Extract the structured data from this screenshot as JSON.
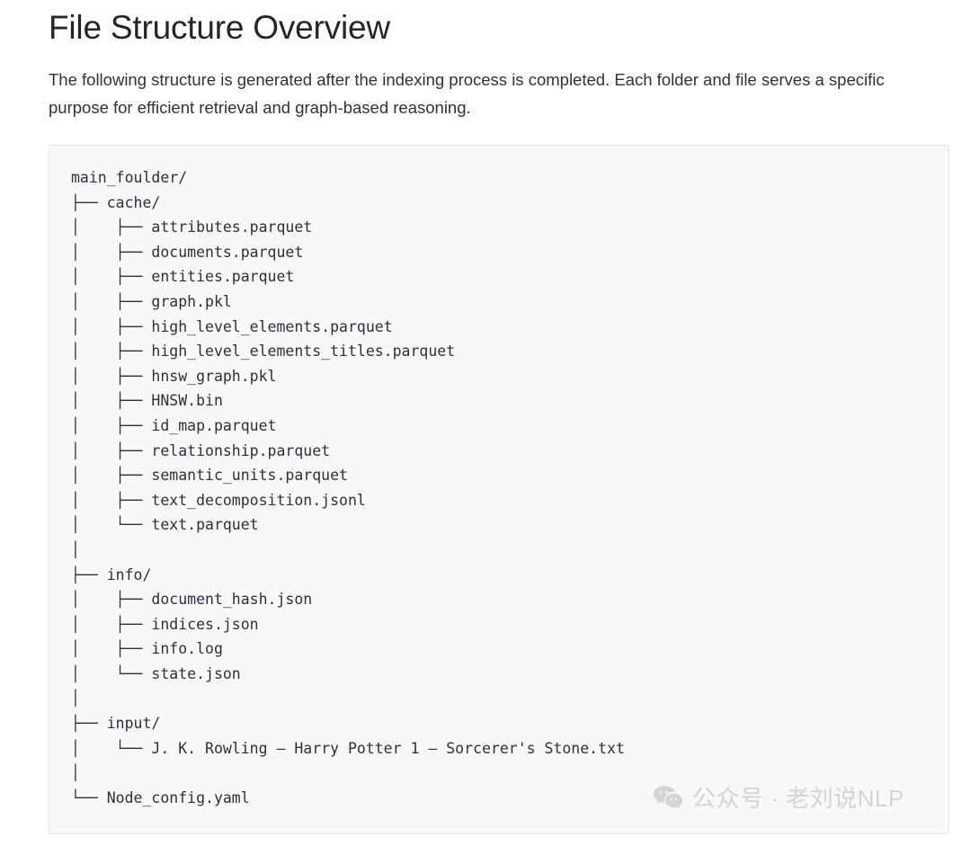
{
  "page": {
    "title": "File Structure Overview",
    "intro": "The following structure is generated after the indexing process is completed. Each folder and file serves a specific purpose for efficient retrieval and graph-based reasoning."
  },
  "code_block": {
    "language": "text",
    "background_color": "#f7f8fa",
    "border_color": "#e6e8eb",
    "text_color": "#2b3137",
    "lines": [
      "main_foulder/",
      "├── cache/",
      "│    ├── attributes.parquet",
      "│    ├── documents.parquet",
      "│    ├── entities.parquet",
      "│    ├── graph.pkl",
      "│    ├── high_level_elements.parquet",
      "│    ├── high_level_elements_titles.parquet",
      "│    ├── hnsw_graph.pkl",
      "│    ├── HNSW.bin",
      "│    ├── id_map.parquet",
      "│    ├── relationship.parquet",
      "│    ├── semantic_units.parquet",
      "│    ├── text_decomposition.jsonl",
      "│    └── text.parquet",
      "│",
      "├── info/",
      "│    ├── document_hash.json",
      "│    ├── indices.json",
      "│    ├── info.log",
      "│    └── state.json",
      "│",
      "├── input/",
      "│    └── J. K. Rowling – Harry Potter 1 – Sorcerer's Stone.txt",
      "│",
      "└── Node_config.yaml"
    ]
  },
  "watermark": {
    "icon": "wechat-icon",
    "text": "公众号 · 老刘说NLP",
    "color": "#d2d4d7"
  }
}
